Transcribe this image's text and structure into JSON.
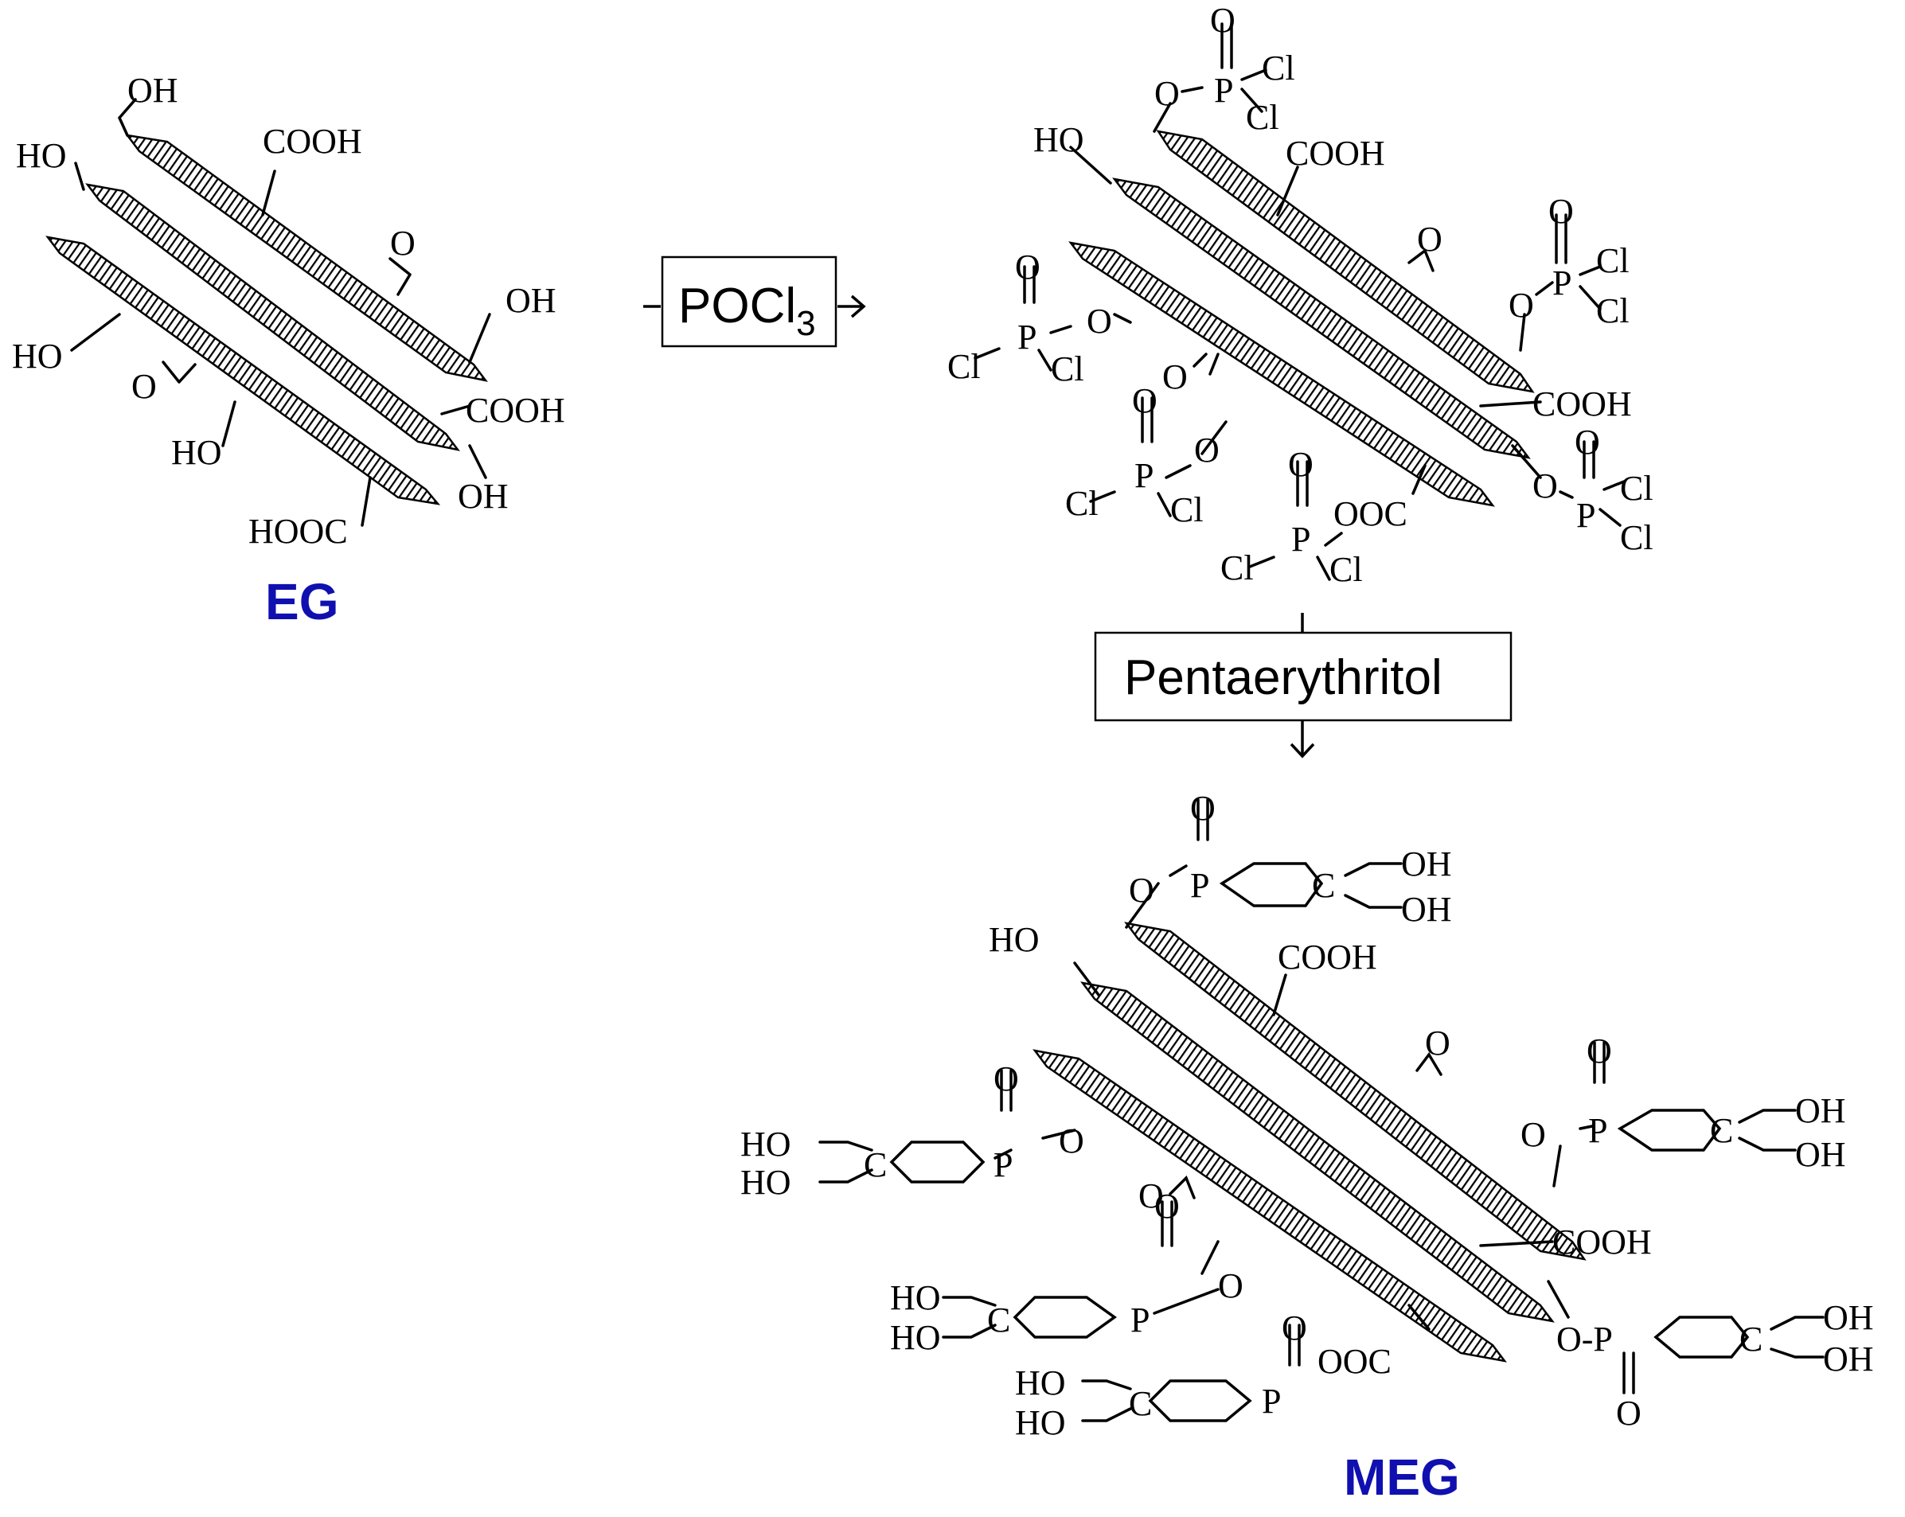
{
  "labels": {
    "eg": "EG",
    "meg": "MEG"
  },
  "reagents": {
    "step1": {
      "main": "POCl",
      "sub": "3"
    },
    "step2": "Pentaerythritol"
  },
  "groups": {
    "oh": "OH",
    "ho": "HO",
    "cooh": "COOH",
    "hooc": "HOOC",
    "o": "O",
    "p": "P",
    "cl": "Cl",
    "c": "C",
    "ooc": "OOC",
    "o_p": "O-P"
  },
  "colors": {
    "label": "#1010b0",
    "ink": "#000000",
    "sheet_fill": "#555555"
  }
}
